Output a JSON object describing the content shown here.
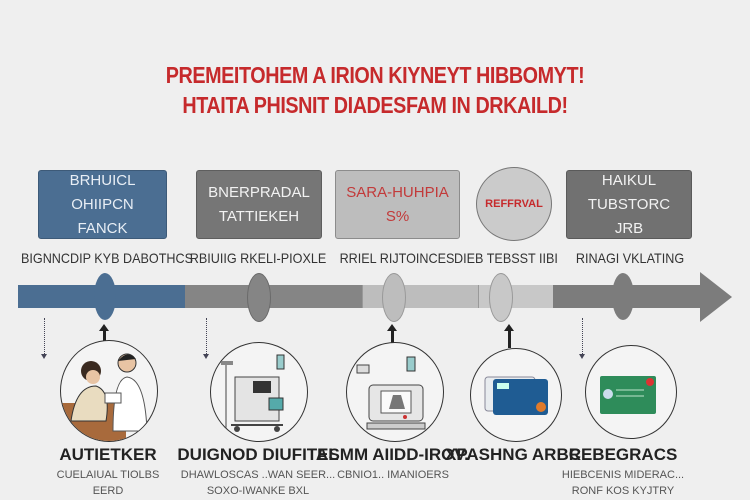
{
  "title": {
    "line1": "PREMEITOHEM A IRION KIYNEYT HIBBOMYT!",
    "line2": "HTAITA PHISNIT DIADESFAM IN DRKAILD!"
  },
  "stages": [
    {
      "box_line1": "BRHUICL OHIIPCN",
      "box_line2": "FANCK",
      "label": "BIGNNCDIP KYB DABOTHCS",
      "title": "AUTIETKER",
      "sub1": "CUELAIUAL TIOLBS",
      "sub2": "EERD"
    },
    {
      "box_line1": "BNERPRADAL",
      "box_line2": "TATTIEKEH",
      "label": "RBIUIIG RKELI-PIOXLE",
      "title": "DUIGNOD DIUFITAL",
      "sub1": "DHAWLOSCAS ..WAN SEER...",
      "sub2": "SOXO-IWANKE BXL"
    },
    {
      "box_line1": "SARA-HUHPIA",
      "box_line2": "S%",
      "label": "RRIEL RIJTOINCES",
      "title": "ESMM AIIDD-IROV.",
      "sub1": "CBNIO1.. IMANIOERS",
      "sub2": ""
    },
    {
      "box_line1": "REFFRVAL",
      "box_line2": "",
      "label": "DIEB TEBSST IIBI",
      "title": "XPASHNG ARBC",
      "sub1": "",
      "sub2": ""
    },
    {
      "box_line1": "HAIKUL TUBSTORC",
      "box_line2": "JRB",
      "label": "RINAGI VKLATING",
      "title": "REBEGRACS",
      "sub1": "HIEBCENIS MIDERAC...",
      "sub2": "RONF KOS KYJTRY"
    }
  ],
  "colors": {
    "title": "#c62a2c",
    "blue": "#4b6e92",
    "dark_gray": "#767676",
    "light_gray": "#bdbdbd",
    "lighter_gray": "#cbcbcb"
  }
}
